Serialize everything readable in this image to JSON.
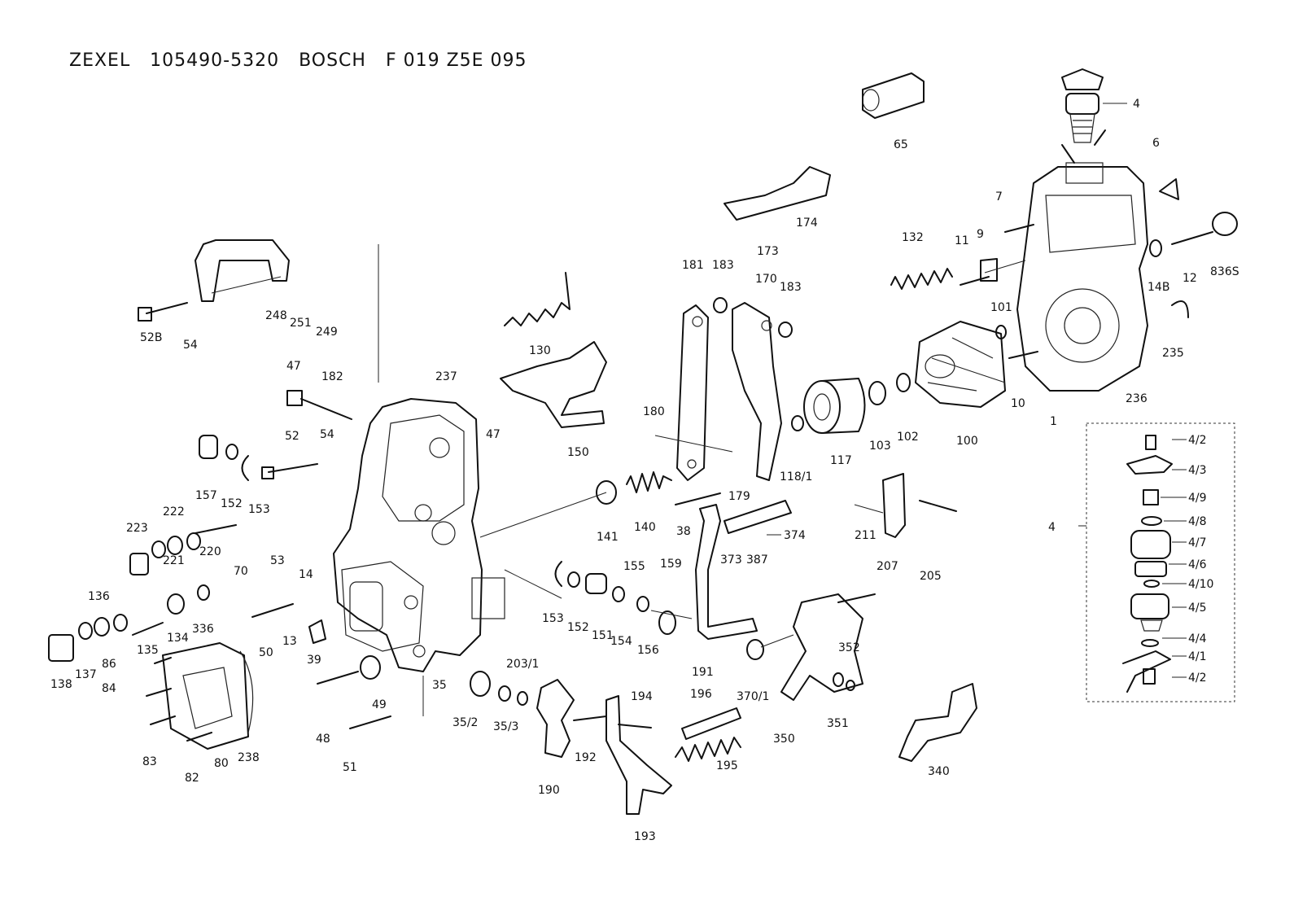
{
  "title": "ZEXEL   105490-5320   BOSCH   F 019 Z5E 095",
  "labels": {
    "p65": "65",
    "p4": "4",
    "p6": "6",
    "p7": "7",
    "p9": "9",
    "p11": "11",
    "p12": "12",
    "p836s": "836S",
    "p14b": "14B",
    "p101": "101",
    "p235": "235",
    "p10": "10",
    "p236": "236",
    "p1": "1",
    "p100": "100",
    "p102": "102",
    "p103": "103",
    "p117": "117",
    "p118_1": "118/1",
    "p132": "132",
    "p174": "174",
    "p173": "173",
    "p181": "181",
    "p183a": "183",
    "p170": "170",
    "p183b": "183",
    "p180": "180",
    "p179": "179",
    "p130": "130",
    "p150": "150",
    "p248": "248",
    "p251": "251",
    "p249": "249",
    "p52b": "52B",
    "p54a": "54",
    "p47a": "47",
    "p182": "182",
    "p237": "237",
    "p47b": "47",
    "p52": "52",
    "p54b": "54",
    "p157": "157",
    "p152a": "152",
    "p153a": "153",
    "p223": "223",
    "p222": "222",
    "p221": "221",
    "p220": "220",
    "p70": "70",
    "p53": "53",
    "p14": "14",
    "p136": "136",
    "p135": "135",
    "p134": "134",
    "p336": "336",
    "p50": "50",
    "p13": "13",
    "p39": "39",
    "p138": "138",
    "p137": "137",
    "p86": "86",
    "p84": "84",
    "p83": "83",
    "p82": "82",
    "p80": "80",
    "p238": "238",
    "p48": "48",
    "p51": "51",
    "p49": "49",
    "p35": "35",
    "p141": "141",
    "p140": "140",
    "p38": "38",
    "p153b": "153",
    "p152b": "152",
    "p151": "151",
    "p154": "154",
    "p156": "156",
    "p155": "155",
    "p159": "159",
    "p373": "373",
    "p387": "387",
    "p374": "374",
    "p211": "211",
    "p207": "207",
    "p205": "205",
    "p35_2": "35/2",
    "p35_3": "35/3",
    "p203_1": "203/1",
    "p190": "190",
    "p192": "192",
    "p194": "194",
    "p193": "193",
    "p191": "191",
    "p196": "196",
    "p195": "195",
    "p370_1": "370/1",
    "p350": "350",
    "p351": "351",
    "p352": "352",
    "p340": "340",
    "inset_ref": "4",
    "i4_2a": "4/2",
    "i4_3": "4/3",
    "i4_9": "4/9",
    "i4_8": "4/8",
    "i4_7": "4/7",
    "i4_6": "4/6",
    "i4_10": "4/10",
    "i4_5": "4/5",
    "i4_4": "4/4",
    "i4_1": "4/1",
    "i4_2b": "4/2"
  },
  "colors": {
    "ink": "#111111",
    "paper": "#ffffff"
  }
}
